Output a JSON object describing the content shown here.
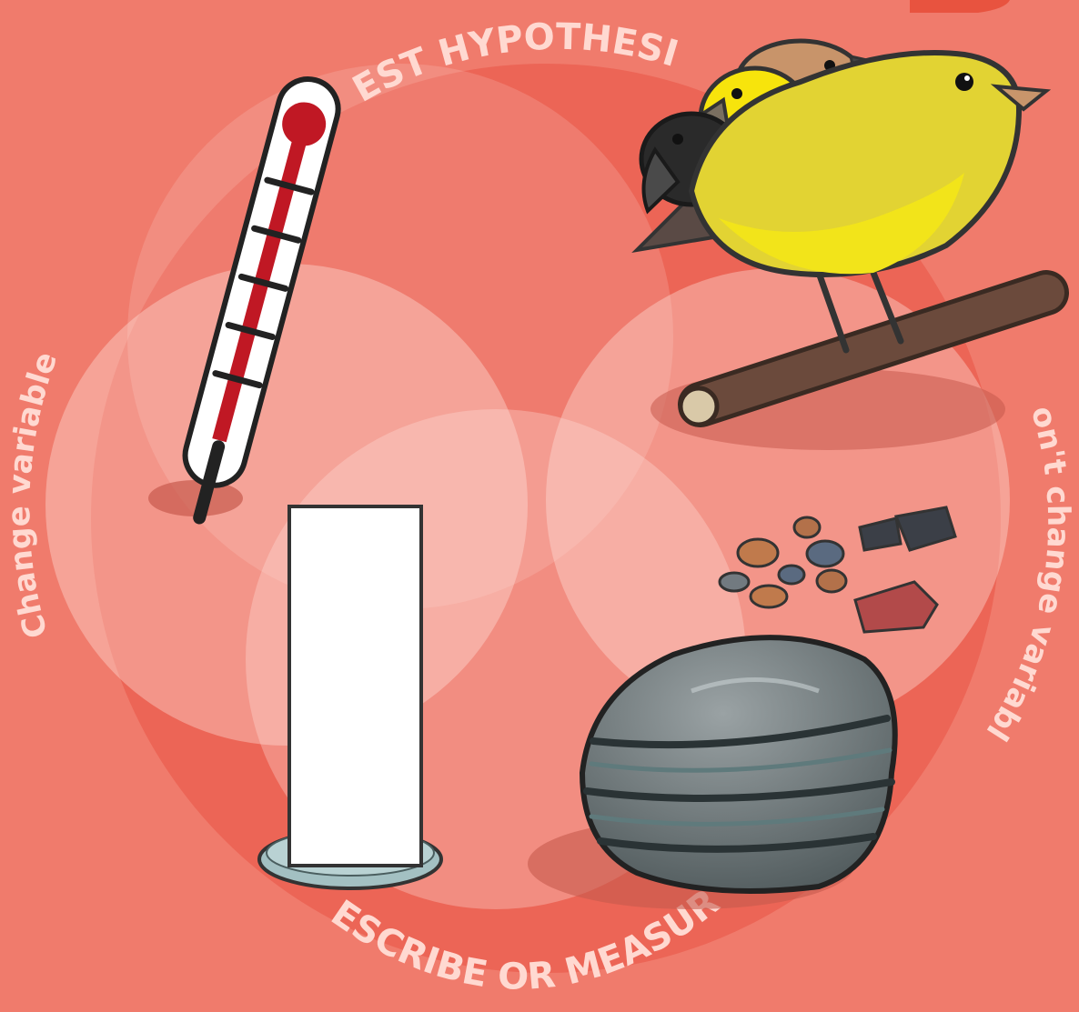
{
  "labels": {
    "top": "TEST HYPOTHESIS",
    "left": "Change variable",
    "right": "Don't change variable",
    "bottom": "DESCRIBE OR MEASURE"
  },
  "colors": {
    "background": "#f07b6c",
    "inner_circle": "#ec6556",
    "venn_circle": "#ffe4dc",
    "label_text": "#ffd9d1"
  },
  "icons": [
    "thermometer-icon",
    "finches-icon",
    "perch-branch-icon",
    "pebbles-icon",
    "chromatography-strip-icon",
    "petri-dish-icon",
    "striped-rock-icon"
  ]
}
